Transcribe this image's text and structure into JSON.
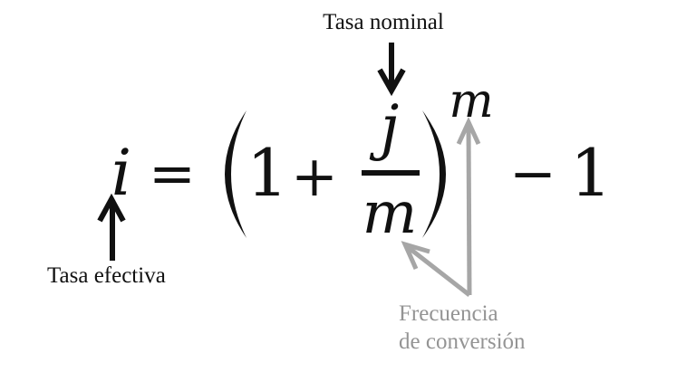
{
  "slide": {
    "background_color": "#ffffff",
    "formula": {
      "reading": "i = (1 + j/m)^m - 1",
      "lhs_i": "i",
      "equals": "=",
      "paren_open": "(",
      "one": "1",
      "plus": "+",
      "numerator_j": "j",
      "denominator_m": "m",
      "paren_close": ")",
      "exponent_m": "m",
      "minus": "−",
      "final_one": "1"
    },
    "annotations": {
      "tasa_nominal": {
        "label": "Tasa nominal",
        "color": "#111111",
        "arrow_color": "#111111",
        "arrow_direction": "down"
      },
      "tasa_efectiva": {
        "label": "Tasa efectiva",
        "color": "#111111",
        "arrow_color": "#111111",
        "arrow_direction": "up"
      },
      "frecuencia_conversion": {
        "label_line1": "Frecuencia",
        "label_line2": "de conversión",
        "color": "#949494",
        "arrow_color": "#a6a6a6",
        "arrow_count": 2
      }
    }
  }
}
